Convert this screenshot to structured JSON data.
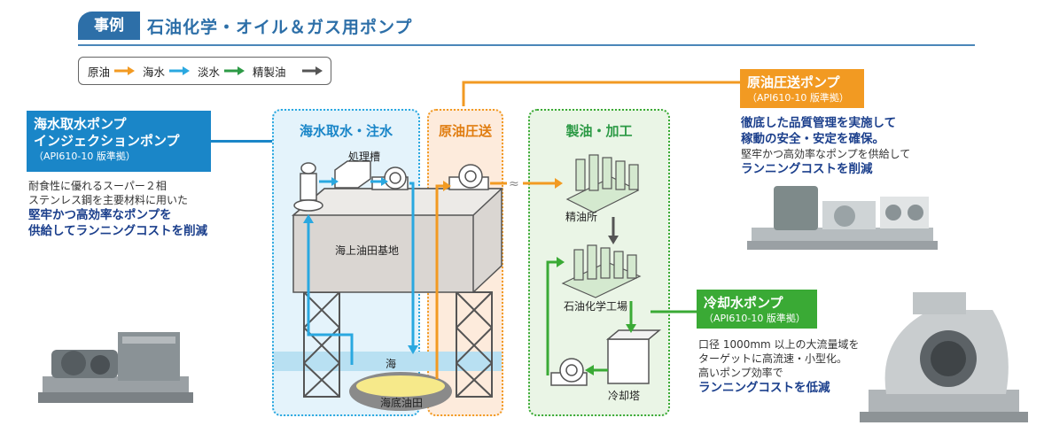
{
  "header": {
    "tag": "事例",
    "title": "石油化学・オイル＆ガス用ポンプ"
  },
  "legend": {
    "items": [
      {
        "label": "原油",
        "color": "#f29a22"
      },
      {
        "label": "海水",
        "color": "#2aa8e0"
      },
      {
        "label": "淡水",
        "color": "#2d9a46"
      },
      {
        "label": "精製油",
        "color": "#555555"
      }
    ]
  },
  "callouts": {
    "seawater": {
      "title_line1": "海水取水ポンプ",
      "title_line2": "インジェクションポンプ",
      "standard": "（API610-10 版準拠）",
      "color": "#1a86c8",
      "desc1": "耐食性に優れるスーパー２相",
      "desc2": "ステンレス鋼を主要材料に用いた",
      "em1": "堅牢かつ高効率なポンプを",
      "em2": "供給してランニングコストを削減"
    },
    "crude": {
      "title": "原油圧送ポンプ",
      "standard": "（API610-10 版準拠）",
      "color": "#f29a22",
      "em1": "徹底した品質管理を実施して",
      "em2": "稼動の安全・安定を確保。",
      "desc1": "堅牢かつ高効率なポンプを供給して",
      "em3": "ランニングコストを削減"
    },
    "cooling": {
      "title": "冷却水ポンプ",
      "standard": "（API610-10 版準拠）",
      "color": "#3aaa35",
      "desc1": "口径 1000mm 以上の大流量域を",
      "desc2": "ターゲットに高流速・小型化。",
      "desc3": "高いポンプ効率で",
      "em1": "ランニングコストを低減"
    }
  },
  "zones": {
    "seawater": {
      "title": "海水取水・注水",
      "color": "#2aa8e0"
    },
    "crude": {
      "title": "原油圧送",
      "color": "#f29a22"
    },
    "refine": {
      "title": "製油・加工",
      "color": "#3aaa35"
    }
  },
  "labels": {
    "tank": "処理槽",
    "platform": "海上油田基地",
    "sea": "海",
    "oilfield": "海底油田",
    "refinery": "精油所",
    "petrochem": "石油化学工場",
    "cooling_tower": "冷却塔"
  }
}
